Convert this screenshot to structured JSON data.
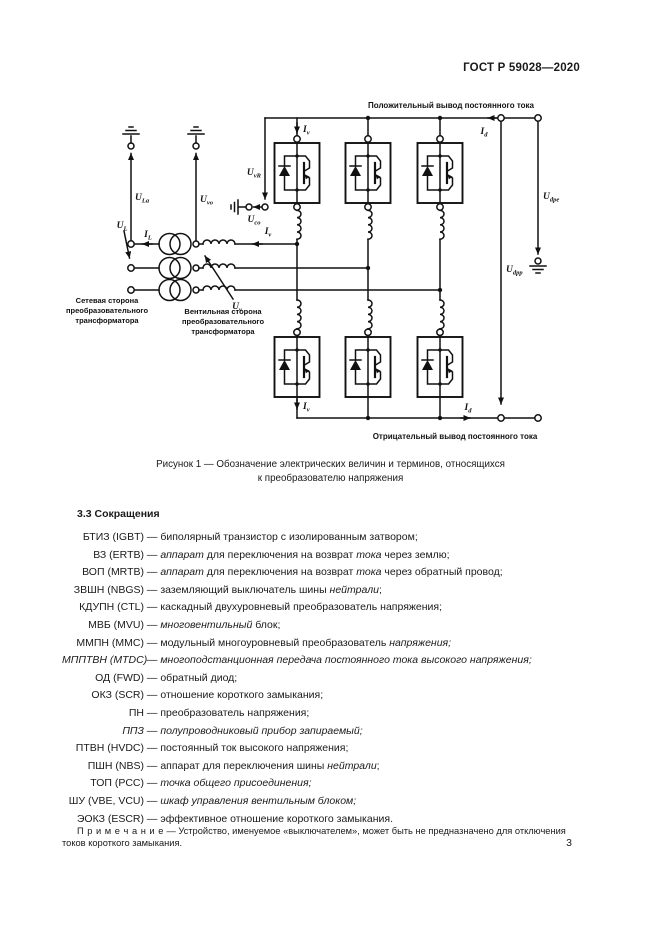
{
  "colors": {
    "ink": "#1a1a1a",
    "paper": "#ffffff"
  },
  "page": {
    "header": "ГОСТ Р 59028—2020",
    "number": "3"
  },
  "figure": {
    "caption_line1": "Рисунок 1 — Обозначение электрических величин и терминов, относящихся",
    "caption_line2": "к преобразователю напряжения",
    "labels": {
      "positive_terminal": "Положительный вывод постоянного тока",
      "negative_terminal": "Отрицательный вывод постоянного тока"
    },
    "side_labels": {
      "grid": [
        "Сетевая сторона",
        "преобразовательного",
        "трансформатора"
      ],
      "valve": [
        "Вентильная сторона",
        "преобразовательного",
        "трансформатора"
      ]
    },
    "sym": {
      "ula": {
        "b": "U",
        "s": "La"
      },
      "uvo": {
        "b": "U",
        "s": "vo"
      },
      "uvr": {
        "b": "U",
        "s": "vR"
      },
      "uco": {
        "b": "U",
        "s": "co"
      },
      "ul": {
        "b": "U",
        "s": "L"
      },
      "il": {
        "b": "I",
        "s": "L"
      },
      "ivm": {
        "b": "I",
        "s": "v"
      },
      "uv": {
        "b": "U",
        "s": "v"
      },
      "ivt": {
        "b": "I",
        "s": "v"
      },
      "idt": {
        "b": "I",
        "s": "d"
      },
      "ivb": {
        "b": "I",
        "s": "v"
      },
      "idb": {
        "b": "I",
        "s": "d"
      },
      "udpe": {
        "b": "U",
        "s": "dpe"
      },
      "udpp": {
        "b": "U",
        "s": "dpp"
      }
    }
  },
  "section": {
    "heading": "3.3 Сокращения",
    "dash": " — ",
    "items": [
      {
        "term": "БТИЗ (IGBT)",
        "def": [
          {
            "t": "биполярный транзистор с изолированным затвором;"
          }
        ]
      },
      {
        "term": "ВЗ (ERTB)",
        "def": [
          {
            "t": "аппарат",
            "i": true
          },
          {
            "t": " для переключения на возврат "
          },
          {
            "t": "тока",
            "i": true
          },
          {
            "t": " через землю;"
          }
        ]
      },
      {
        "term": "ВОП (MRTB)",
        "def": [
          {
            "t": "аппарат",
            "i": true
          },
          {
            "t": " для переключения на возврат "
          },
          {
            "t": "тока",
            "i": true
          },
          {
            "t": " через обратный провод;"
          }
        ]
      },
      {
        "term": "ЗВШН (NBGS)",
        "def": [
          {
            "t": "заземляющий выключатель шины "
          },
          {
            "t": "нейтрали",
            "i": true
          },
          {
            "t": ";"
          }
        ]
      },
      {
        "term": "КДУПН (CTL)",
        "def": [
          {
            "t": "каскадный двухуровневый преобразователь напряжения;"
          }
        ]
      },
      {
        "term": "МВБ (MVU)",
        "def": [
          {
            "t": "многовентильный",
            "i": true
          },
          {
            "t": " блок;"
          }
        ]
      },
      {
        "term": "ММПН (MMC)",
        "def": [
          {
            "t": "модульный многоуровневый преобразователь "
          },
          {
            "t": "напряжения;",
            "i": true
          }
        ]
      },
      {
        "term": "МППТВН (MTDC)",
        "term_italic": true,
        "def": [
          {
            "t": "многоподстанционная передача постоянного тока высокого напряжения;",
            "i": true
          }
        ]
      },
      {
        "term": "ОД (FWD)",
        "def": [
          {
            "t": "обратный диод;"
          }
        ]
      },
      {
        "term": "ОКЗ (SCR)",
        "def": [
          {
            "t": "отношение короткого замыкания;"
          }
        ]
      },
      {
        "term": "ПН",
        "def": [
          {
            "t": "преобразователь напряжения;"
          }
        ]
      },
      {
        "term": "ППЗ",
        "term_italic": true,
        "def": [
          {
            "t": "полупроводниковый прибор запираемый;",
            "i": true
          }
        ]
      },
      {
        "term": "ПТВН (HVDC)",
        "def": [
          {
            "t": "постоянный ток высокого напряжения;"
          }
        ]
      },
      {
        "term": "ПШН (NBS)",
        "def": [
          {
            "t": "аппарат для переключения шины "
          },
          {
            "t": "нейтрали",
            "i": true
          },
          {
            "t": ";"
          }
        ]
      },
      {
        "term": "ТОП (PCC)",
        "def": [
          {
            "t": "точка общего присоединения;",
            "i": true
          }
        ]
      },
      {
        "term": "ШУ (VBE, VCU)",
        "def": [
          {
            "t": "шкаф управления вентильным блоком;",
            "i": true
          }
        ]
      },
      {
        "term": "ЭОКЗ (ESCR)",
        "def": [
          {
            "t": "эффективное отношение короткого замыкания."
          }
        ]
      }
    ]
  },
  "note": {
    "label": "П р и м е ч а н и е",
    "dash": " — ",
    "text_line1": "Устройство, именуемое «выключателем», может быть не предназначено для отключения",
    "text_line2": "токов короткого замыкания."
  }
}
